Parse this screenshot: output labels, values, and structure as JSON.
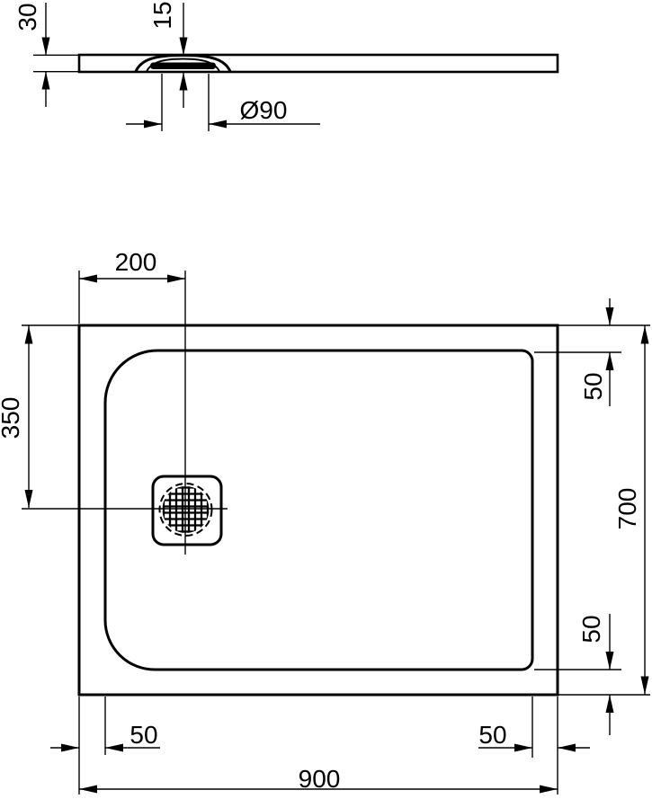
{
  "drawing": {
    "description": "Shower tray technical drawing, section and plan views",
    "colors": {
      "line": "#000000",
      "background": "#ffffff"
    },
    "section_view": {
      "tray_height_label": "30",
      "drain_recess_depth_label": "15",
      "drain_diameter_label": "Ø90"
    },
    "plan_view": {
      "drain_center_from_left_label": "200",
      "drain_center_from_top_label": "350",
      "top_edge_inset_label": "50",
      "overall_depth_label": "700",
      "bottom_edge_inset_label": "50",
      "left_edge_inset_label": "50",
      "overall_width_label": "900",
      "right_edge_inset_label": "50"
    }
  }
}
